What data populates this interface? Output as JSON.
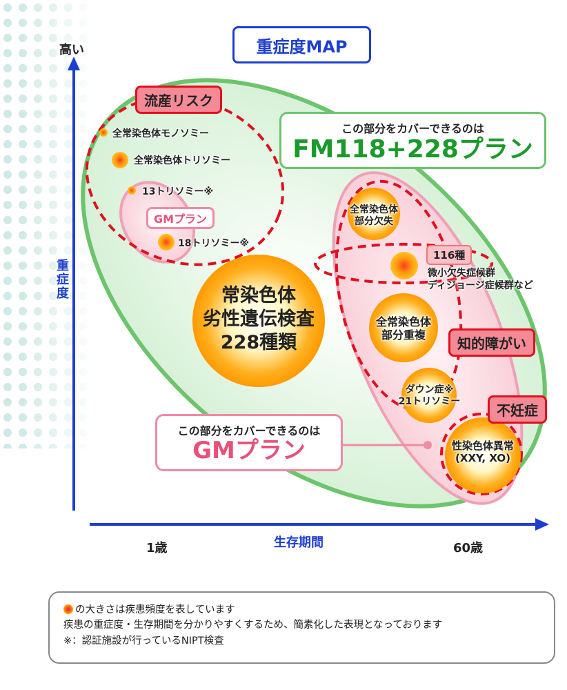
{
  "title": "重症度MAP",
  "axes": {
    "y_high": "高い",
    "y_label": "重症度",
    "x_label": "生存期間",
    "x_start": "1歳",
    "x_end": "60歳"
  },
  "tags": {
    "miscarriage": "流産リスク",
    "intellectual": "知的障がい",
    "infertility": "不妊症",
    "count116": "116種"
  },
  "gm_tag": "GMプラン",
  "items": {
    "monosomy": "全常染色体モノソミー",
    "trisomy": "全常染色体トリソミー",
    "t13": "13トリソミー※",
    "t18": "18トリソミー※",
    "big1": "常染色体",
    "big2": "劣性遺伝検査",
    "big3": "228種類",
    "del1": "全常染色体",
    "del2": "部分欠失",
    "micro1": "微小欠失症候群",
    "micro2": "ディジョージ症候群など",
    "dup1": "全常染色体",
    "dup2": "部分重複",
    "down1": "ダウン症※",
    "down2": "21トリソミー",
    "sex1": "性染色体異常",
    "sex2": "(XXY, XO)"
  },
  "fm_box": {
    "sub": "この部分をカバーできるのは",
    "plan": "FM118+228プラン"
  },
  "gm_box": {
    "sub": "この部分をカバーできるのは",
    "plan": "GMプラン"
  },
  "note": {
    "l1": "の大きさは疾患頻度を表しています",
    "l2": "疾患の重症度・生存期間を分かりやすくするため、簡素化した表現となっております",
    "l3": "※：認証施設が行っているNIPT検査"
  },
  "colors": {
    "blue": "#1d3fcf",
    "green": "#6cc46c",
    "pink": "#f08aa5",
    "red": "#e0101e"
  }
}
